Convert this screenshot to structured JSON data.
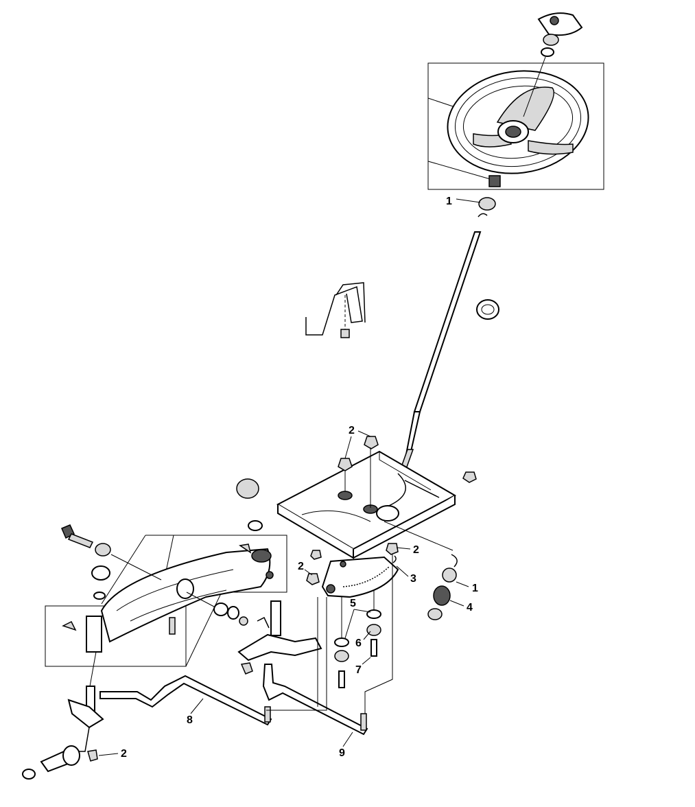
{
  "callouts": {
    "c1_top": "1",
    "c2_top": "2",
    "c2_right": "2",
    "c2_left": "2",
    "c3": "3",
    "c1_right": "1",
    "c4": "4",
    "c5": "5",
    "c6": "6",
    "c7": "7",
    "c8": "8",
    "c9": "9",
    "c2_bottom": "2"
  }
}
